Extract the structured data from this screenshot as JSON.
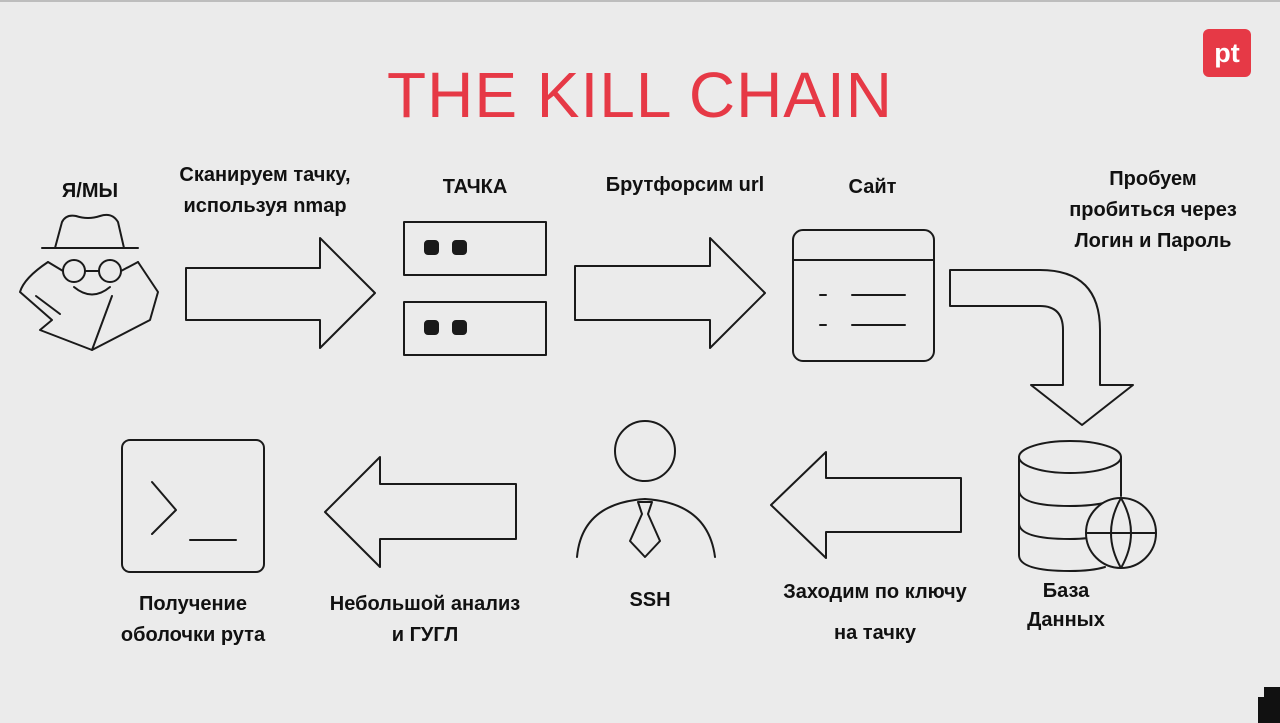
{
  "title": "THE KILL CHAIN",
  "logo_text": "pt",
  "nodes": {
    "attacker": "Я/МЫ",
    "machine": "ТАЧКА",
    "site": "Сайт",
    "database": [
      "База",
      "Данных"
    ],
    "ssh": "SSH",
    "root_shell": [
      "Получение",
      "оболочки рута"
    ]
  },
  "steps": {
    "scan": [
      "Сканируем тачку,",
      "используя nmap"
    ],
    "bruteforce": "Брутфорсим url",
    "login": [
      "Пробуем",
      "пробиться через",
      "Логин и Пароль"
    ],
    "ssh_key": [
      "Заходим по ключу",
      "на тачку"
    ],
    "analysis": [
      "Небольшой анализ",
      "и ГУГЛ"
    ]
  },
  "colors": {
    "accent": "#e63946",
    "stroke": "#1a1a1a",
    "background": "#ebebeb"
  },
  "icons": [
    "spy-icon",
    "server-icon",
    "website-icon",
    "database-globe-icon",
    "user-tie-icon",
    "terminal-icon"
  ]
}
